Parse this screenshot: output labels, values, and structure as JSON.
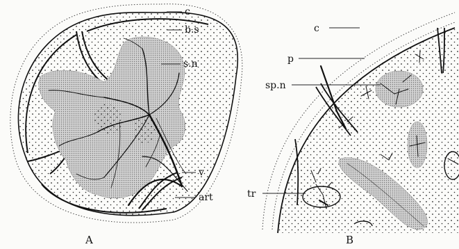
{
  "figure_a": {
    "caption": "A",
    "labels": {
      "capsule": "c",
      "blood_sinus": "b.s",
      "sinus_nodule": "s.n",
      "vein": "v",
      "artery": "art"
    }
  },
  "figure_b": {
    "caption": "B",
    "labels": {
      "capsule": "c",
      "pulp": "p",
      "splenic_nodule": "sp.n",
      "trabecula": "tr"
    }
  },
  "colors": {
    "ink": "#111111",
    "nodule_fill": "#c8c8c8",
    "background": "#fbfbf9"
  }
}
